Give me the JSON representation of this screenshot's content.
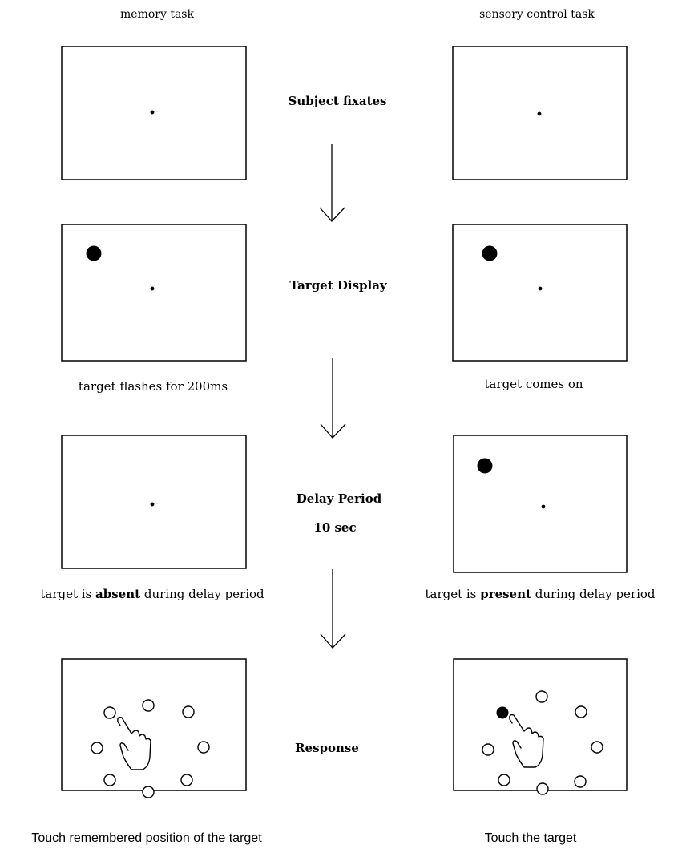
{
  "headers": {
    "left": "memory task",
    "right": "sensory control task"
  },
  "stages": {
    "fixate": "Subject fixates",
    "target_display": "Target Display",
    "delay_line1": "Delay Period",
    "delay_line2": "10 sec",
    "response": "Response"
  },
  "captions": {
    "memory_target": "target flashes for 200ms",
    "control_target": "target comes on",
    "memory_delay": {
      "prefix": "target is",
      "emphasis": "absent",
      "suffix": "during delay period"
    },
    "control_delay": {
      "prefix": "target is",
      "emphasis": "present",
      "suffix": "during delay period"
    },
    "memory_response": "Touch remembered position of the target",
    "control_response": "Touch the target"
  },
  "icons": [
    "fixation-dot-icon",
    "target-dot-icon",
    "response-circle-icon",
    "pointing-hand-icon",
    "down-arrow-icon"
  ]
}
